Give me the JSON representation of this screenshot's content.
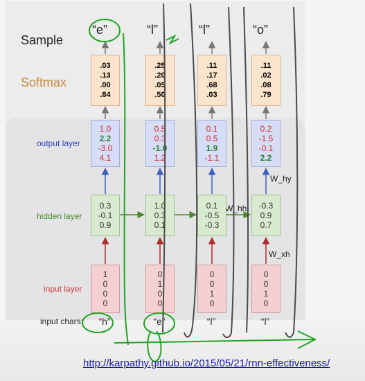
{
  "row_labels": {
    "sample": "Sample",
    "softmax": "Softmax",
    "output_layer": "output layer",
    "hidden_layer": "hidden layer",
    "input_layer": "input layer",
    "input_chars": "input chars:"
  },
  "weights": {
    "w_hy": "W_hy",
    "w_hh": "W_hh",
    "w_xh": "W_xh"
  },
  "timesteps": [
    {
      "sample": "“e”",
      "softmax": [
        ".03",
        ".13",
        ".00",
        ".84"
      ],
      "output": [
        "1.0",
        "2.2",
        "-3.0",
        "4.1"
      ],
      "hidden": [
        "0.3",
        "-0.1",
        "0.9"
      ],
      "input": [
        "1",
        "0",
        "0",
        "0"
      ],
      "char": "“h”"
    },
    {
      "sample": "“l”",
      "softmax": [
        ".25",
        ".20",
        ".05",
        ".50"
      ],
      "output": [
        "0.5",
        "0.3",
        "-1.0",
        "1.2"
      ],
      "hidden": [
        "1.0",
        "0.3",
        "0.1"
      ],
      "input": [
        "0",
        "1",
        "0",
        "0"
      ],
      "char": "“e”"
    },
    {
      "sample": "“l”",
      "softmax": [
        ".11",
        ".17",
        ".68",
        ".03"
      ],
      "output": [
        "0.1",
        "0.5",
        "1.9",
        "-1.1"
      ],
      "hidden": [
        "0.1",
        "-0.5",
        "-0.3"
      ],
      "input": [
        "0",
        "0",
        "1",
        "0"
      ],
      "char": "“l”"
    },
    {
      "sample": "“o”",
      "softmax": [
        ".11",
        ".02",
        ".08",
        ".79"
      ],
      "output": [
        "0.2",
        "-1.5",
        "-0.1",
        "2.2"
      ],
      "hidden": [
        "-0.3",
        "0.9",
        "0.7"
      ],
      "input": [
        "0",
        "0",
        "1",
        "0"
      ],
      "char": "“l”"
    }
  ],
  "colors": {
    "softmax_label": "#c8893a",
    "output_label": "#2f3fbf",
    "hidden_label": "#4a8a2a",
    "input_label": "#d03a3a",
    "annotation": "#1fa51f"
  },
  "url": "http://karpathy.github.io/2015/05/21/rnn-effectiveness/"
}
